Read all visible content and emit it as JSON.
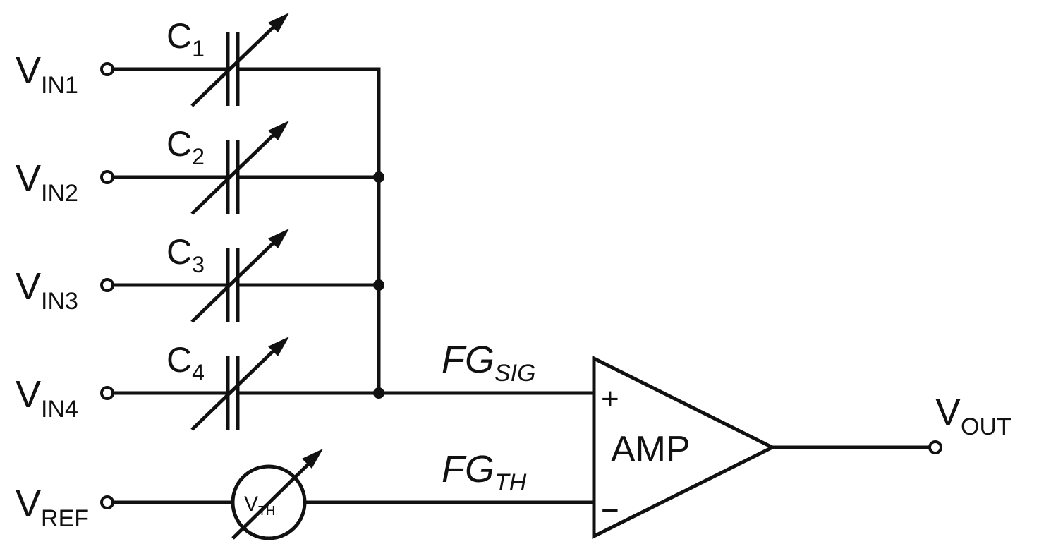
{
  "inputs": [
    {
      "main": "V",
      "sub": "IN1"
    },
    {
      "main": "V",
      "sub": "IN2"
    },
    {
      "main": "V",
      "sub": "IN3"
    },
    {
      "main": "V",
      "sub": "IN4"
    }
  ],
  "capacitors": [
    {
      "main": "C",
      "sub": "1"
    },
    {
      "main": "C",
      "sub": "2"
    },
    {
      "main": "C",
      "sub": "3"
    },
    {
      "main": "C",
      "sub": "4"
    }
  ],
  "reference": {
    "main": "V",
    "sub": "REF"
  },
  "threshold_source": {
    "main": "V",
    "sub": "TH"
  },
  "nodes": {
    "signal": {
      "main": "FG",
      "sub": "SIG"
    },
    "threshold": {
      "main": "FG",
      "sub": "TH"
    }
  },
  "amplifier": {
    "label": "AMP",
    "plus": "+",
    "minus": "−"
  },
  "output": {
    "main": "V",
    "sub": "OUT"
  },
  "colors": {
    "line": "#111111",
    "background": "#ffffff"
  }
}
